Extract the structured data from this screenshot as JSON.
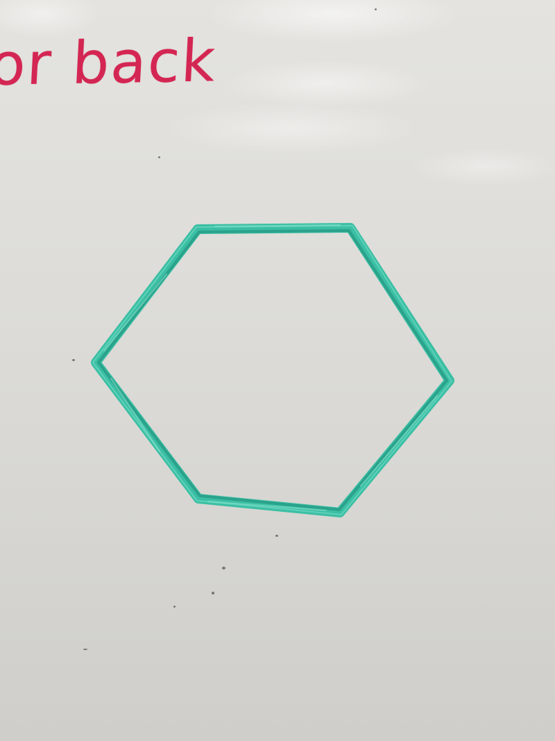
{
  "photo": {
    "subject": "whiteboard",
    "colors": {
      "board": "#dcdbd7",
      "red_marker": "#d42653",
      "teal_marker": "#3bbfa4"
    },
    "board_text": "or back",
    "drawing_shape": "hexagon"
  }
}
